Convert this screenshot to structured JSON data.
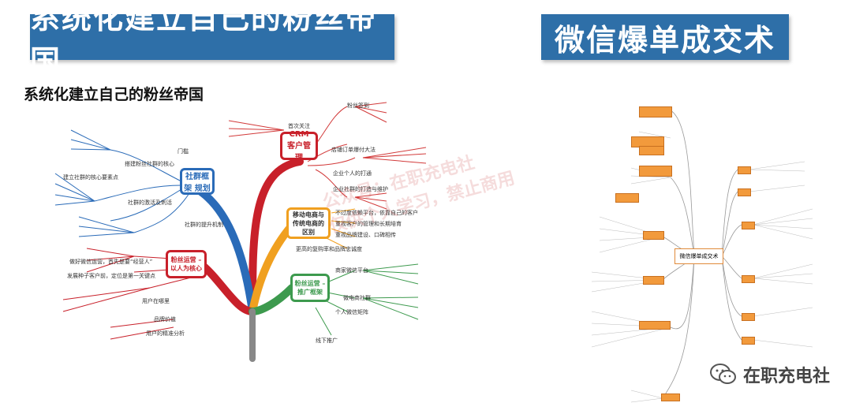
{
  "banners": {
    "left": "系统化建立自己的粉丝帝国",
    "right": "微信爆单成交术"
  },
  "left_mindmap": {
    "title": "系统化建立自己的粉丝帝国",
    "hubs": {
      "crm": "CRM 客户管理",
      "social": "社群框架 规划",
      "fans": "粉丝运营 – 以人为核心",
      "mobile": "移动电商与传统电商的区别",
      "promo": "粉丝运营 – 推广框架"
    },
    "branches": {
      "b1": "粉丝签到",
      "b2": "首次关注",
      "b3": "店铺订单爆付大法",
      "b4": "企业个人的打通",
      "b5": "企业社群的打造与维护",
      "b6": "门槛",
      "b7": "搭建粉丝社群的核心",
      "b8": "建立社群的核心要素点",
      "b9": "社群的激活及刺活",
      "b10": "社群的提升机制",
      "b11": "不过度依赖平台，依靠自己的客户",
      "b12": "重视客户的管理和长期培育",
      "b13": "重视品牌建设、口碑相传",
      "b14": "更高的复购率和品牌忠诚度",
      "b15": "做好微信运营，首先是要“经营人”",
      "b16": "发展种子客户前，定位是第一关键点",
      "b17": "用户在哪里",
      "b18": "品牌价值",
      "b19": "用户的精准分析",
      "b20": "商家微信平台",
      "b21": "微电商社群",
      "b22": "个人微信矩阵",
      "b23": "线下推广"
    }
  },
  "watermark": {
    "line1": "公众号：在职充电社",
    "line2": "仅供个人学习，禁止商用"
  },
  "right_mindmap": {
    "center": "微信爆单成交术"
  },
  "logo": {
    "text": "在职充电社"
  }
}
